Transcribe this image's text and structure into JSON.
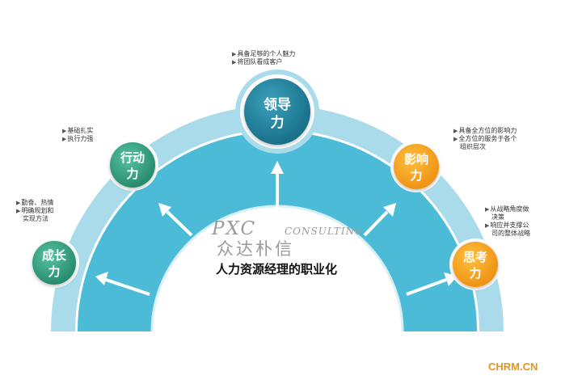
{
  "title": "人力资源经理的职业化",
  "watermark": {
    "brand_main": "PXC",
    "brand_sub": "CONSULTING",
    "brand_cn": "众达朴信"
  },
  "corner_mark": "CHRM.CN",
  "colors": {
    "arc_outer": "#a9dbea",
    "arc_inner": "#4bbbd8",
    "arrow": "#ffffff",
    "green_node": "#2e9c7e",
    "teal_node": "#1e7b96",
    "orange_node": "#f39a1a"
  },
  "nodes": [
    {
      "id": "chengzhang",
      "line1": "成长",
      "line2": "力",
      "color": "green",
      "bullets": [
        "勤奋、热情",
        "明确规划和",
        "实现方法"
      ]
    },
    {
      "id": "xingdong",
      "line1": "行动",
      "line2": "力",
      "color": "green",
      "bullets": [
        "基础扎实",
        "执行力强"
      ]
    },
    {
      "id": "lingdao",
      "line1": "领导",
      "line2": "力",
      "color": "teal",
      "bullets": [
        "具备足够的个人魅力",
        "将团队看成客户"
      ]
    },
    {
      "id": "yingxiang",
      "line1": "影响",
      "line2": "力",
      "color": "orange",
      "bullets": [
        "具备全方位的影响力",
        "全方位的服务于各个",
        "组织层次"
      ]
    },
    {
      "id": "sikao",
      "line1": "思考",
      "line2": "力",
      "color": "orange",
      "bullets": [
        "从战略角度做",
        "决策",
        "响应并支撑公",
        "司的整体战略"
      ]
    }
  ]
}
